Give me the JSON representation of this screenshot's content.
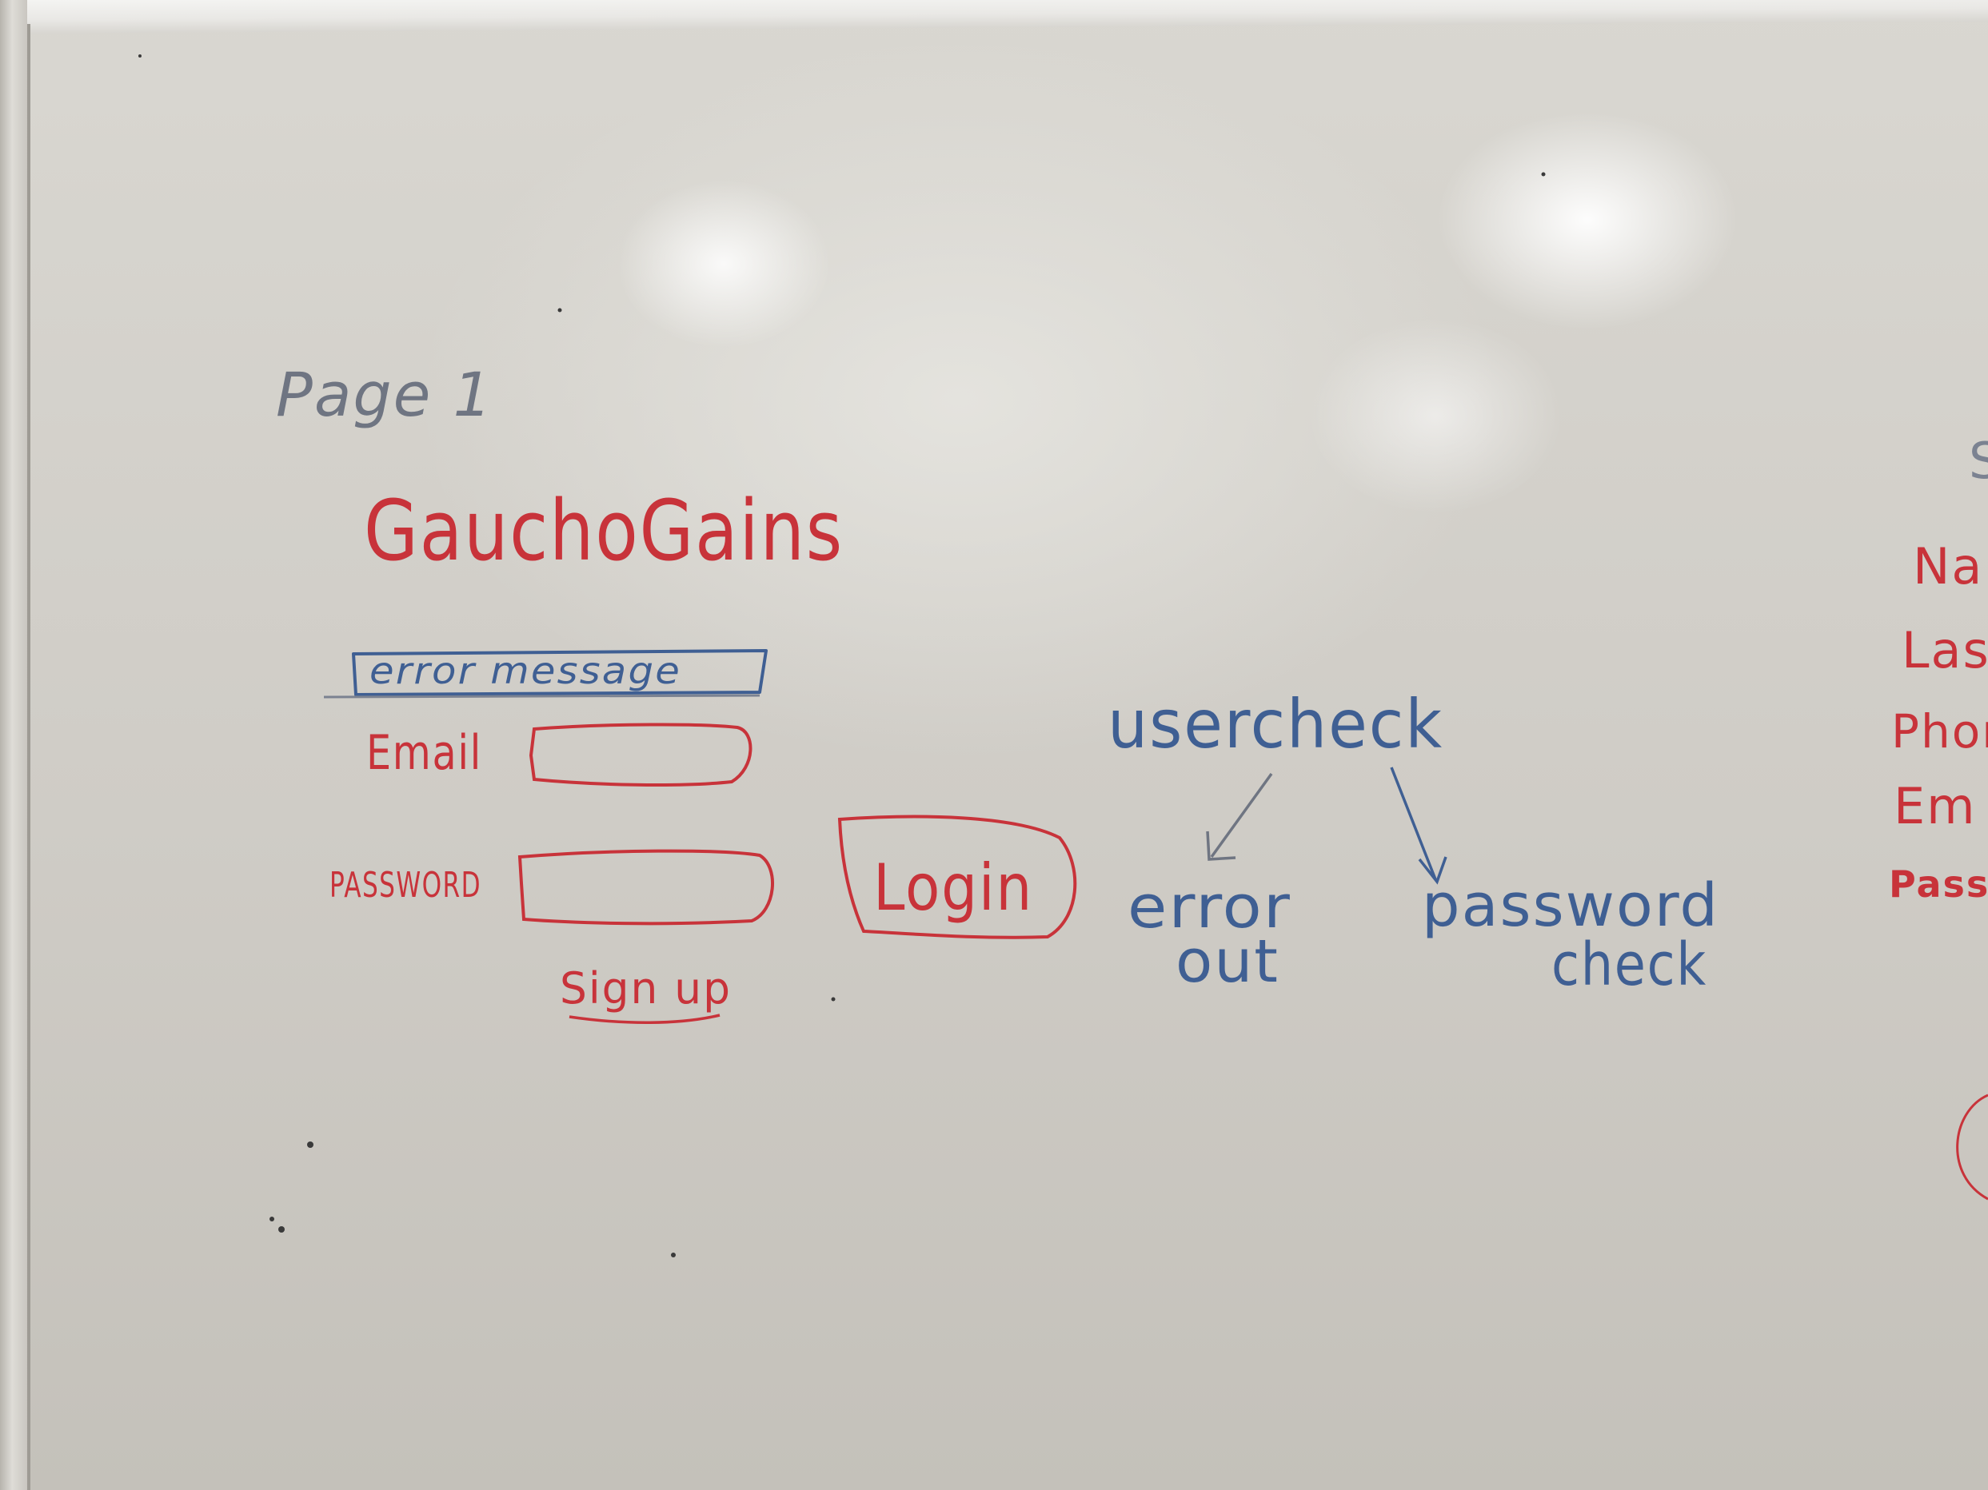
{
  "colors": {
    "red_marker": "#c8333a",
    "blue_marker": "#3f5f93",
    "gray_marker": "#6f7582",
    "board": "#d6d4ce"
  },
  "wireframe": {
    "page_label": "Page 1",
    "app_title": "GauchoGains",
    "error_box_text": "error message",
    "email_label": "Email",
    "password_label": "PASSWORD",
    "login_button": "Login",
    "signup_link": "Sign up"
  },
  "flow": {
    "root": "usercheck",
    "branch_left": [
      "error",
      "out"
    ],
    "branch_right": [
      "password",
      "check"
    ]
  },
  "cut_off_right": {
    "heading_fragment": "S",
    "fields": [
      "Na",
      "Las",
      "Phone",
      "Em",
      "Pass"
    ]
  }
}
